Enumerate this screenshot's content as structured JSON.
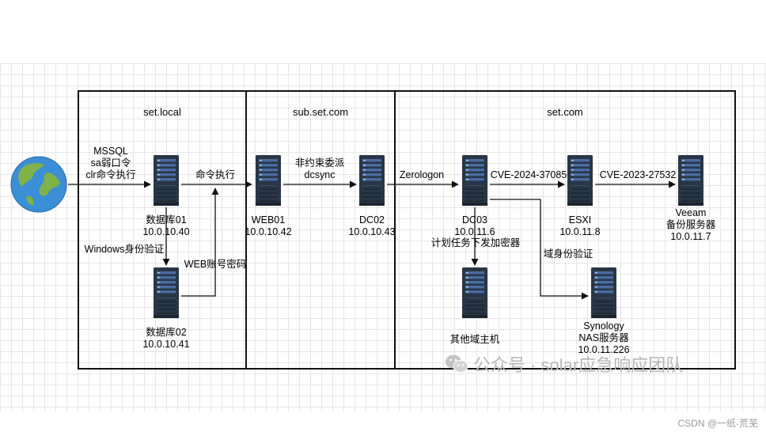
{
  "zones": {
    "set_local": "set.local",
    "sub_set_com": "sub.set.com",
    "set_com": "set.com"
  },
  "nodes": {
    "db01": {
      "name": "数据库01",
      "ip": "10.0.10.40"
    },
    "db02": {
      "name": "数据库02",
      "ip": "10.0.10.41"
    },
    "web01": {
      "name": "WEB01",
      "ip": "10.0.10.42"
    },
    "dc02": {
      "name": "DC02",
      "ip": "10.0.10.43"
    },
    "dc03": {
      "name": "DC03",
      "ip": "10.0.11.6"
    },
    "esxi": {
      "name": "ESXI",
      "ip": "10.0.11.8"
    },
    "veeam": {
      "name_line1": "Veeam",
      "name_line2": "备份服务器",
      "ip": "10.0.11.7"
    },
    "other_hosts": {
      "name": "其他域主机"
    },
    "nas": {
      "name_line1": "Synology",
      "name_line2": "NAS服务器",
      "ip": "10.0.11.226"
    }
  },
  "edges": {
    "internet_to_db01": [
      "MSSQL",
      "sa弱口令",
      "clr命令执行"
    ],
    "db01_to_db02": "Windows身份验证",
    "db02_to_web01": "WEB账号密码",
    "to_web01": "命令执行",
    "web01_to_dc02": [
      "非约束委派",
      "dcsync"
    ],
    "dc02_to_dc03": "Zerologon",
    "dc03_to_other": "计划任务下发加密器",
    "dc03_to_esxi": "CVE-2024-37085",
    "esxi_to_veeam": "CVE-2023-27532",
    "dc03_to_nas": "域身份验证"
  },
  "icons": {
    "globe": "globe-icon",
    "server": "server-tower-icon"
  },
  "colors": {
    "server_body": "#283645",
    "server_slot": "#4a6aa0",
    "globe_ocean": "#3b8fd6",
    "globe_land": "#7fb24a",
    "line": "#111111"
  },
  "watermark": "公众号 · solar应急响应团队",
  "footer": "CSDN @一纸-荒芜"
}
